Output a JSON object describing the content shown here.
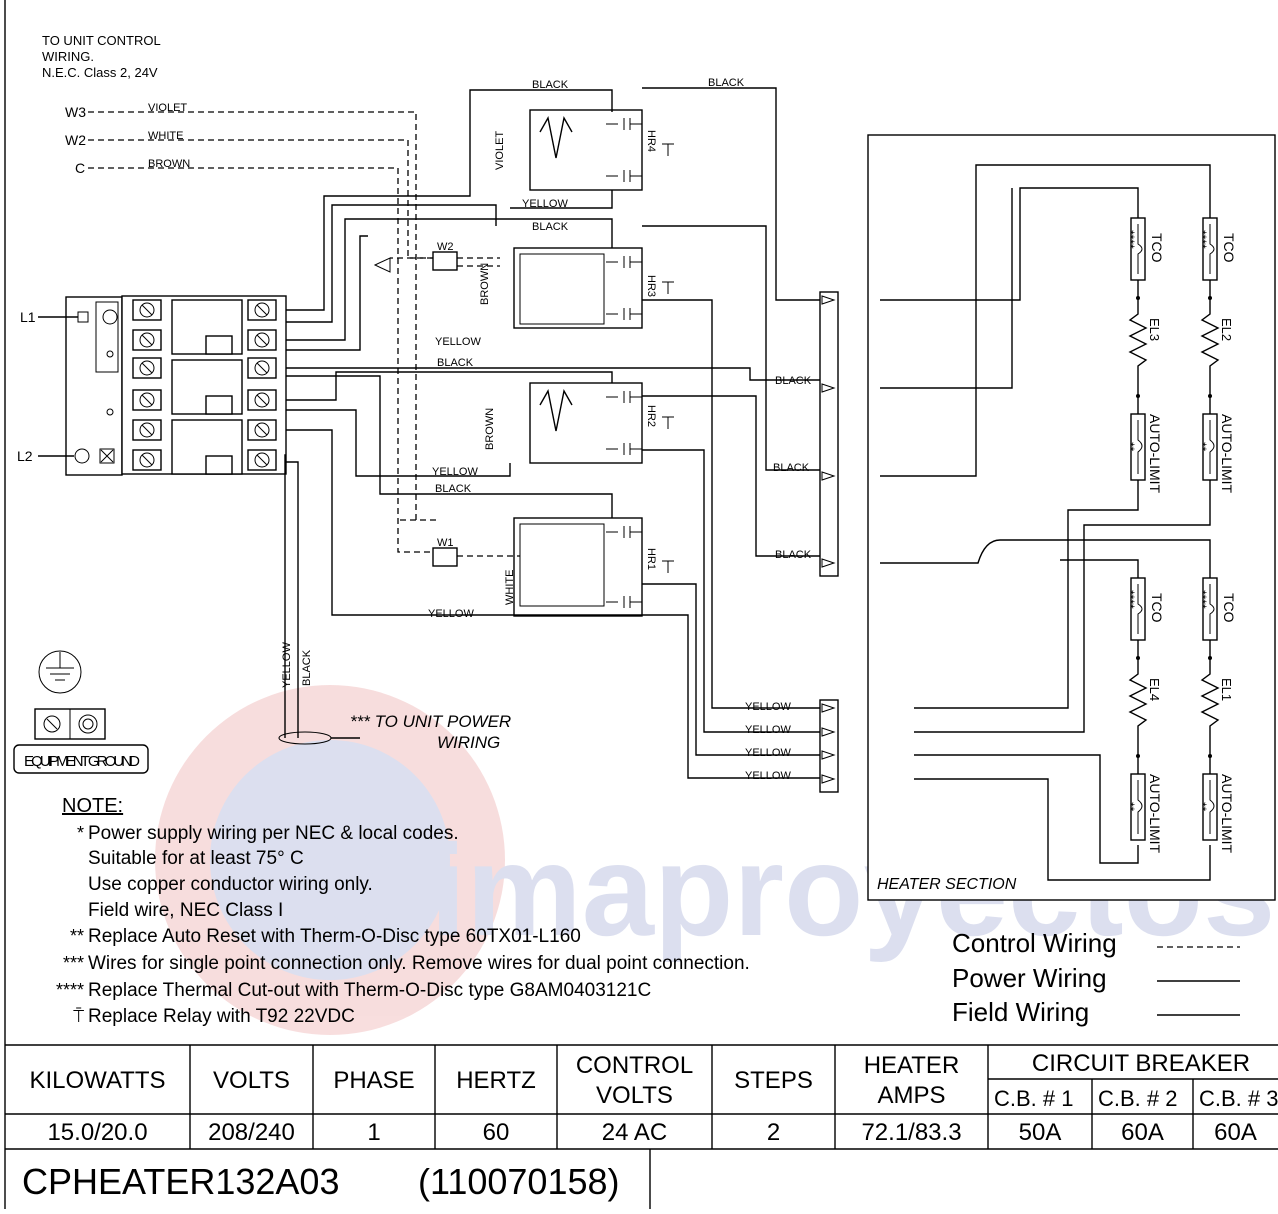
{
  "control_wiring_note": [
    "TO UNIT CONTROL",
    "WIRING.",
    "N.E.C. Class 2, 24V"
  ],
  "control_terminals": [
    {
      "label": "W3",
      "wire": "VIOLET"
    },
    {
      "label": "W2",
      "wire": "WHITE"
    },
    {
      "label": "C",
      "wire": "BROWN"
    }
  ],
  "line_terminals": [
    "L1",
    "L2"
  ],
  "relays": [
    "HR4",
    "HR3",
    "HR2",
    "HR1"
  ],
  "connectors": [
    "W2",
    "W1"
  ],
  "wire_labels": {
    "black": "BLACK",
    "yellow": "YELLOW",
    "violet": "VIOLET",
    "brown": "BROWN",
    "white": "WHITE"
  },
  "power_wire_labels": [
    "YELLOW",
    "BLACK"
  ],
  "power_note": [
    "*** TO UNIT POWER",
    "WIRING"
  ],
  "equipment_ground": "EQUIPMENT GROUND",
  "heater_section": {
    "title": "HEATER SECTION",
    "elements": [
      "EL3",
      "EL2",
      "EL4",
      "EL1"
    ],
    "tco": "TCO",
    "tco_mark": "****",
    "auto_limit": "AUTO-LIMIT",
    "auto_limit_mark": "**"
  },
  "notes": {
    "heading": "NOTE:",
    "lines": [
      {
        "mark": "*",
        "text": "Power supply wiring per NEC & local codes."
      },
      {
        "mark": "",
        "text": "Suitable for at least 75° C"
      },
      {
        "mark": "",
        "text": "Use copper conductor wiring only."
      },
      {
        "mark": "",
        "text": "Field wire, NEC Class I"
      },
      {
        "mark": "**",
        "text": "Replace Auto Reset with Therm-O-Disc type 60TX01-L160"
      },
      {
        "mark": "***",
        "text": "Wires for single point connection only. Remove wires for dual point connection."
      },
      {
        "mark": "****",
        "text": "Replace Thermal Cut-out with Therm-O-Disc type G8AM0403121C"
      },
      {
        "mark": "⍑",
        "text": "Replace Relay with T92 22VDC"
      }
    ]
  },
  "legend": [
    {
      "label": "Control Wiring",
      "style": "dashed"
    },
    {
      "label": "Power Wiring",
      "style": "solid"
    },
    {
      "label": "Field Wiring",
      "style": "solid"
    }
  ],
  "spec_table": {
    "headers": [
      "KILOWATTS",
      "VOLTS",
      "PHASE",
      "HERTZ",
      "CONTROL VOLTS",
      "STEPS",
      "HEATER AMPS",
      "CIRCUIT BREAKER"
    ],
    "breaker_subheaders": [
      "C.B. # 1",
      "C.B. # 2",
      "C.B. # 3"
    ],
    "row": [
      "15.0/20.0",
      "208/240",
      "1",
      "60",
      "24 AC",
      "2",
      "72.1/83.3",
      "50A",
      "60A",
      "60A"
    ]
  },
  "model": {
    "name": "CPHEATER132A03",
    "code": "(110070158)"
  },
  "watermark": "Climaproyectos"
}
